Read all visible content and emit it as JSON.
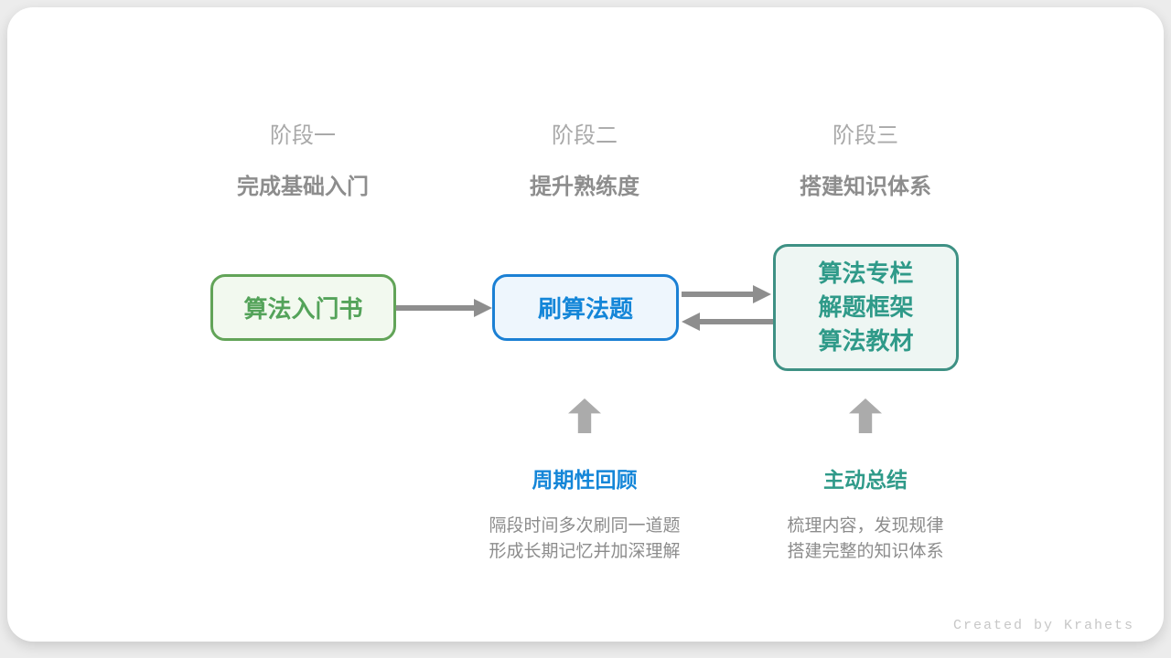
{
  "diagram": {
    "stages": [
      {
        "label": "阶段一",
        "subtitle": "完成基础入门"
      },
      {
        "label": "阶段二",
        "subtitle": "提升熟练度"
      },
      {
        "label": "阶段三",
        "subtitle": "搭建知识体系"
      }
    ],
    "nodes": [
      {
        "label": "算法入门书"
      },
      {
        "label": "刷算法题"
      },
      {
        "lines": [
          "算法专栏",
          "解题框架",
          "算法教材"
        ]
      }
    ],
    "annotations": [
      {
        "title": "周期性回顾",
        "lines": [
          "隔段时间多次刷同一道题",
          "形成长期记忆并加深理解"
        ]
      },
      {
        "title": "主动总结",
        "lines": [
          "梳理内容，发现规律",
          "搭建完整的知识体系"
        ]
      }
    ],
    "credit": "Created by Krahets",
    "colors": {
      "green_text": "#54a35a",
      "green_border": "#62a458",
      "green_bg": "#f2f9ef",
      "blue_text": "#1486d8",
      "blue_border": "#1b80d4",
      "blue_bg": "#eef6fd",
      "teal_text": "#2f9a89",
      "teal_border": "#3e9184",
      "teal_bg": "#eef6f3",
      "arrow_gray": "#8e8e8e",
      "up_arrow_gray": "#ababab",
      "stage_label_gray": "#a9a9a9",
      "stage_subtitle_gray": "#8d8d8d",
      "desc_gray": "#8c8c8c",
      "credit_gray": "#c7c7c7"
    }
  }
}
